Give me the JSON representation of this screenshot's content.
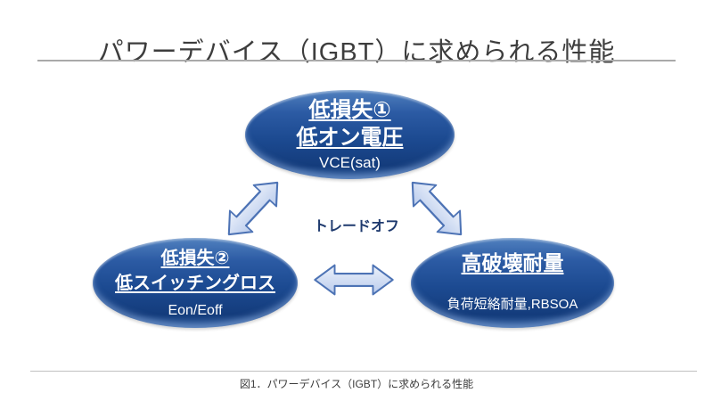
{
  "title": {
    "text": "パワーデバイス（IGBT）に求められる性能"
  },
  "diagram": {
    "center_label": "トレードオフ",
    "nodes": [
      {
        "id": "low-loss-1",
        "heading_lines": [
          "低損失①",
          "低オン電圧"
        ],
        "subtext": "VCE(sat)"
      },
      {
        "id": "low-loss-2",
        "heading_lines": [
          "低損失②",
          "低スイッチングロス"
        ],
        "subtext": "Eon/Eoff"
      },
      {
        "id": "high-ruggedness",
        "heading_lines": [
          "高破壊耐量"
        ],
        "subtext": "負荷短絡耐量,RBSOA"
      }
    ],
    "arrows": [
      {
        "id": "arrow-top-left",
        "connects": "low-loss-2 ↔ low-loss-1"
      },
      {
        "id": "arrow-top-right",
        "connects": "low-loss-1 ↔ high-ruggedness"
      },
      {
        "id": "arrow-bottom",
        "connects": "low-loss-2 ↔ high-ruggedness"
      }
    ]
  },
  "caption": {
    "text": "図1．パワーデバイス（IGBT）に求められる性能"
  },
  "colors": {
    "ellipse_gradient_top": "#5181bf",
    "ellipse_gradient_bottom": "#143c7c",
    "ellipse_text": "#ffffff",
    "arrow_fill_light": "#e9effa",
    "arrow_fill_dark": "#b9cbec",
    "arrow_border": "#4d73b5",
    "center_label_text": "#1e3a6e",
    "title_text": "#3d3d3d",
    "title_divider": "#a9a9a9",
    "caption_text": "#3c3c3c",
    "caption_divider": "#c0c0c0"
  }
}
